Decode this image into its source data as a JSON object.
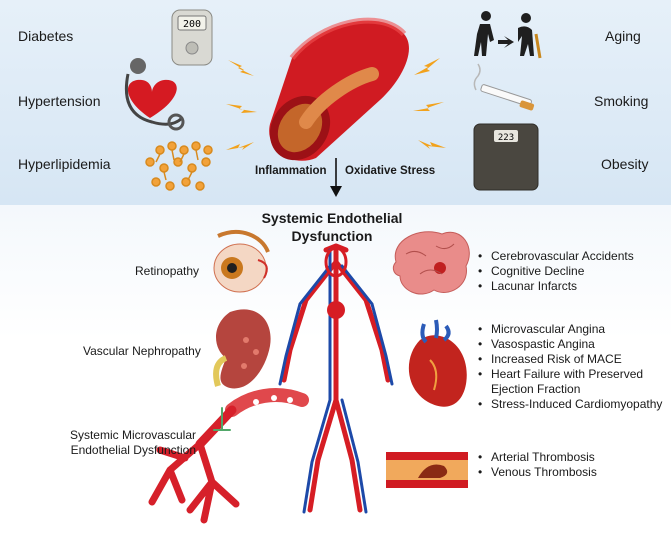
{
  "risk_factors": {
    "left": [
      "Diabetes",
      "Hypertension",
      "Hyperlipidemia"
    ],
    "right": [
      "Aging",
      "Smoking",
      "Obesity"
    ]
  },
  "mechanisms": {
    "left": "Inflammation",
    "right": "Oxidative Stress"
  },
  "title": {
    "line1": "Systemic Endothelial",
    "line2": "Dysfunction"
  },
  "organs": {
    "retinopathy": "Retinopathy",
    "nephropathy": "Vascular Nephropathy",
    "microvascular": {
      "line1": "Systemic Microvascular",
      "line2": "Endothelial Dysfunction"
    }
  },
  "brain_outcomes": [
    "Cerebrovascular Accidents",
    "Cognitive Decline",
    "Lacunar Infarcts"
  ],
  "heart_outcomes": [
    "Microvascular Angina",
    "Vasospastic Angina",
    "Increased Risk of MACE",
    "Heart Failure with Preserved",
    "Ejection Fraction",
    "Stress-Induced Cardiomyopathy"
  ],
  "thrombosis_outcomes": [
    "Arterial Thrombosis",
    "Venous Thrombosis"
  ],
  "devices": {
    "glucometer_reading": "200",
    "scale_reading": "223"
  }
}
